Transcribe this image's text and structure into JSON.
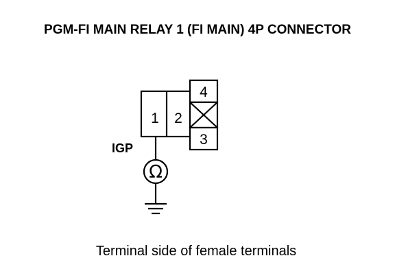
{
  "title": "PGM-FI MAIN RELAY 1 (FI MAIN) 4P CONNECTOR",
  "caption": "Terminal side of female terminals",
  "connector": {
    "terminals": {
      "t1": "1",
      "t2": "2",
      "t3": "3",
      "t4": "4"
    },
    "blank_terminal": "crossed-out cavity"
  },
  "probe": {
    "label": "IGP",
    "meter_symbol": "Ω",
    "meter_icon": "ohmmeter-icon",
    "ground_icon": "ground-icon"
  }
}
